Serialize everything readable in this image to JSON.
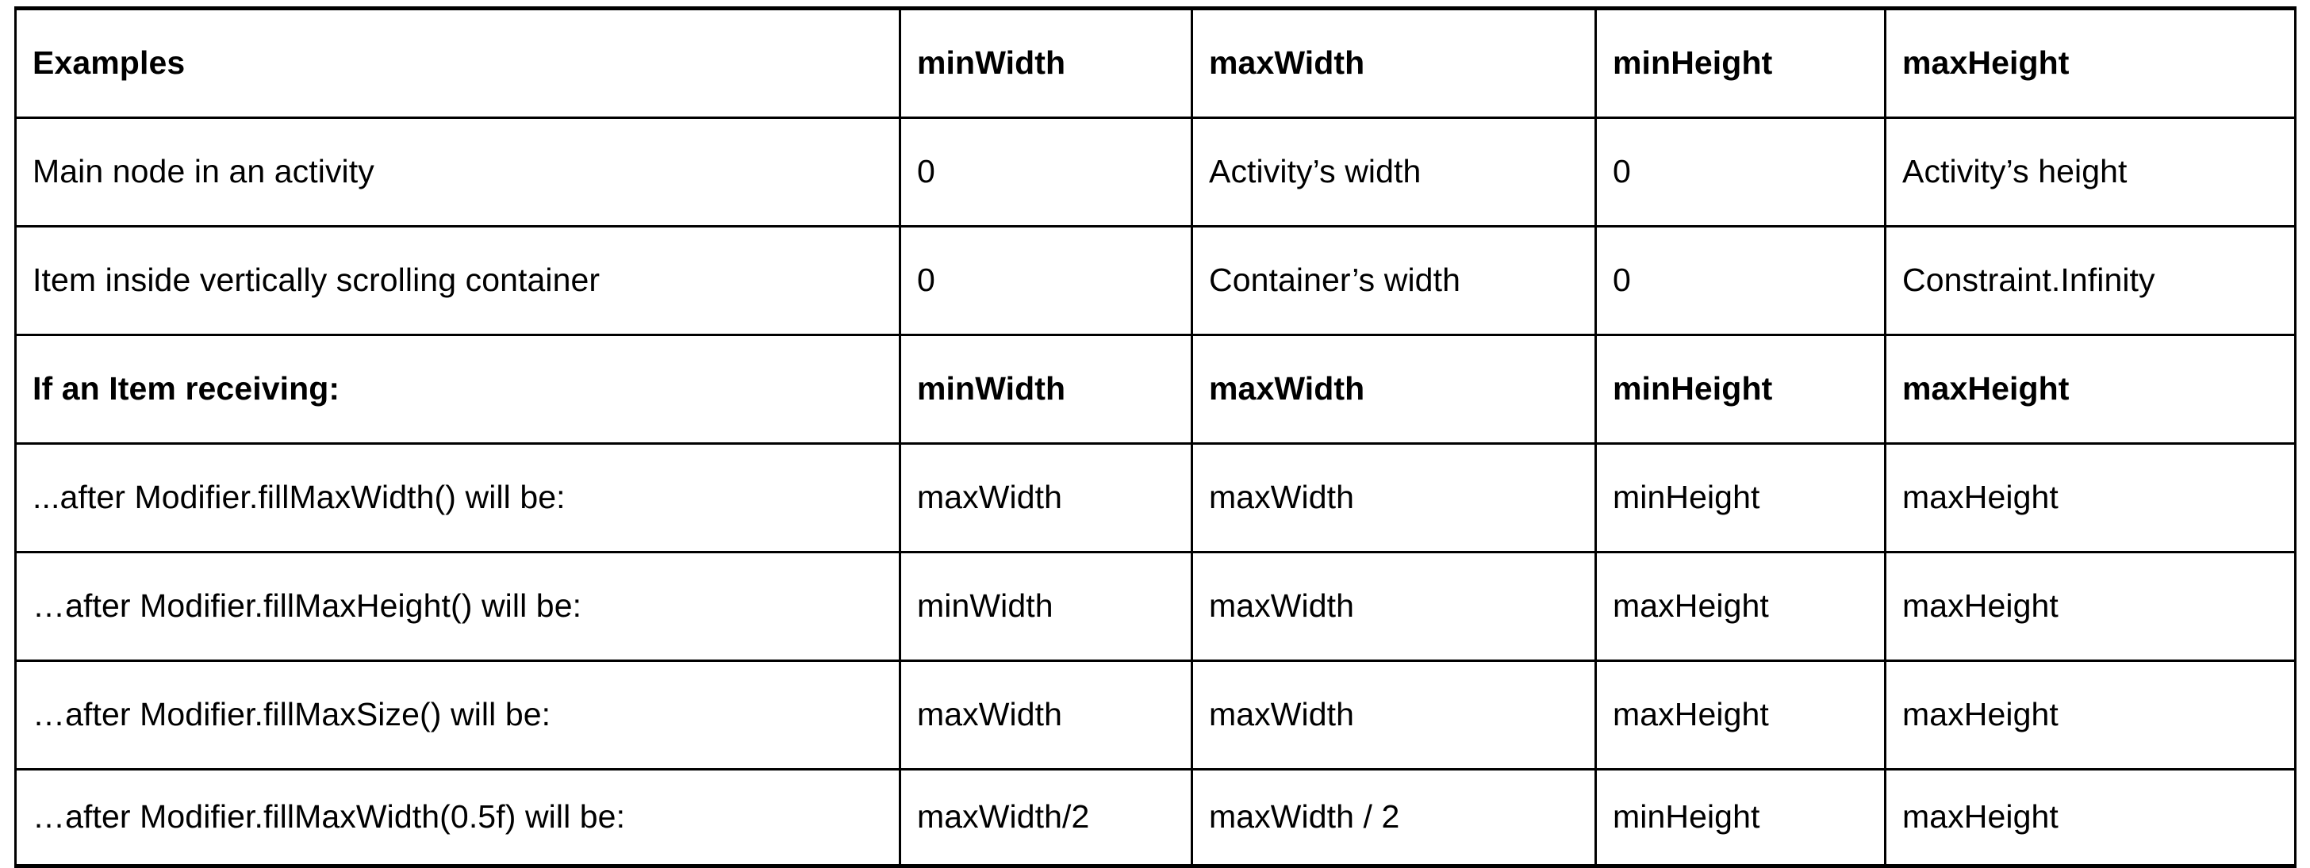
{
  "table": {
    "columns": [
      "Examples",
      "minWidth",
      "maxWidth",
      "minHeight",
      "maxHeight"
    ],
    "rows": [
      {
        "type": "header",
        "cells": [
          "Examples",
          "minWidth",
          "maxWidth",
          "minHeight",
          "maxHeight"
        ]
      },
      {
        "type": "data",
        "cells": [
          "Main node in an activity",
          "0",
          "Activity’s width",
          "0",
          "Activity’s height"
        ]
      },
      {
        "type": "data",
        "cells": [
          "Item inside vertically scrolling container",
          "0",
          "Container’s width",
          "0",
          "Constraint.Infinity"
        ]
      },
      {
        "type": "header",
        "cells": [
          "If an Item receiving:",
          "minWidth",
          "maxWidth",
          "minHeight",
          "maxHeight"
        ]
      },
      {
        "type": "data",
        "cells": [
          "...after Modifier.fillMaxWidth() will be:",
          "maxWidth",
          "maxWidth",
          "minHeight",
          "maxHeight"
        ]
      },
      {
        "type": "data",
        "cells": [
          "…after Modifier.fillMaxHeight() will be:",
          "minWidth",
          "maxWidth",
          "maxHeight",
          "maxHeight"
        ]
      },
      {
        "type": "data",
        "cells": [
          "…after Modifier.fillMaxSize() will be:",
          "maxWidth",
          "maxWidth",
          "maxHeight",
          "maxHeight"
        ]
      },
      {
        "type": "data",
        "cells": [
          "…after Modifier.fillMaxWidth(0.5f) will be:",
          "maxWidth/2",
          "maxWidth / 2",
          "minHeight",
          "maxHeight"
        ]
      }
    ]
  },
  "style": {
    "border_color": "#000000",
    "background": "#ffffff",
    "text_color": "#000000"
  }
}
